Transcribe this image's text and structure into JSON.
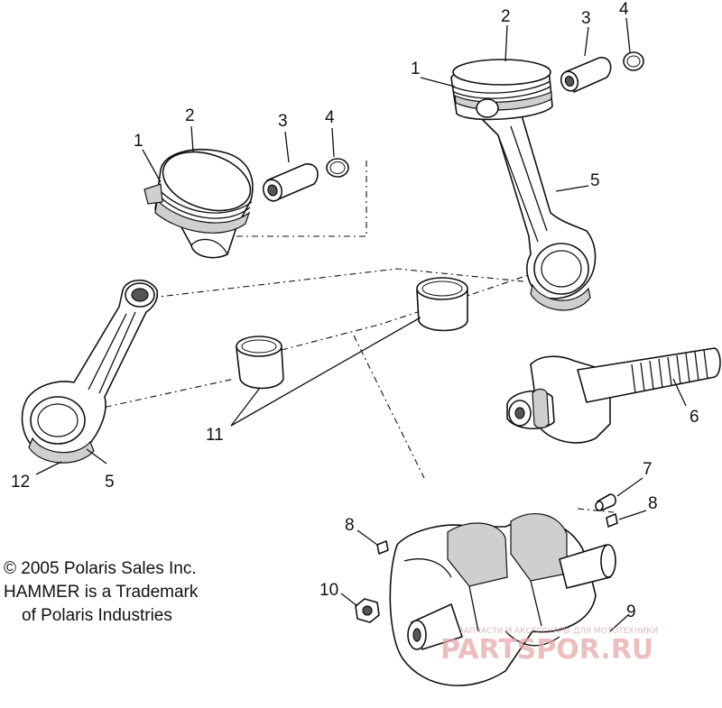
{
  "diagram": {
    "callouts": {
      "left_piston": "1",
      "left_piston_top": "2",
      "left_pin": "3",
      "left_clip": "4",
      "right_piston": "1",
      "right_piston_top": "2",
      "right_pin": "3",
      "right_clip": "4",
      "right_rod": "5",
      "balance_shaft": "6",
      "dowel": "7",
      "plug_right": "8",
      "plug_left": "8",
      "crankshaft": "9",
      "nut": "10",
      "bearings": "11",
      "left_rod_bearing": "12",
      "left_rod": "5"
    },
    "copyright": {
      "line1": "© 2005 Polaris Sales Inc.",
      "line2": "HAMMER is a Trademark",
      "line3": "of Polaris Industries"
    },
    "watermark": {
      "main": "PARTSPOR.RU",
      "sub": "ЗАПЧАСТИ И АКСЕССУАРЫ ДЛЯ МОТОТЕХНИКИ"
    }
  }
}
